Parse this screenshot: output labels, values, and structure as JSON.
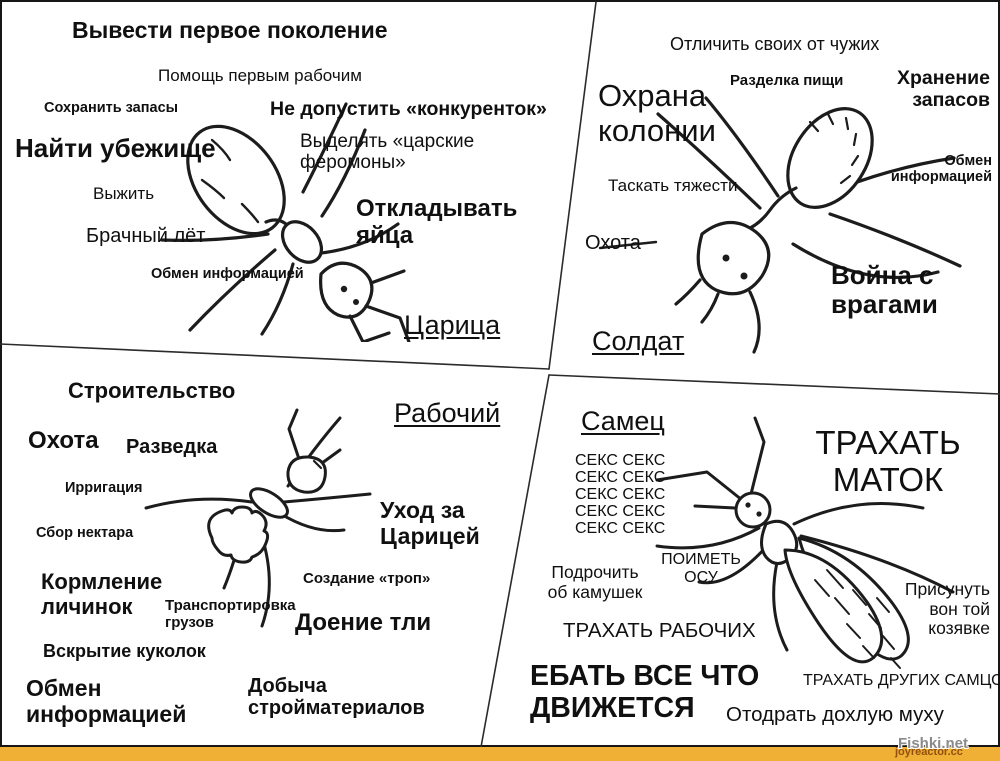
{
  "colors": {
    "bar": "#F0AF35",
    "ink": "#111111"
  },
  "panels": {
    "queen": {
      "name": "Царица",
      "labels": {
        "title": "Вывести первое поколение",
        "help_first_workers": "Помощь первым рабочим",
        "save_supplies": "Сохранить запасы",
        "no_competitors": "Не допустить «конкуренток»",
        "find_shelter": "Найти убежище",
        "pheromones": "Выделять «царские феромоны»",
        "survive": "Выжить",
        "nuptial_flight": "Брачный лёт",
        "info_exchange": "Обмен информацией",
        "lay_eggs": "Откладывать яйца"
      }
    },
    "soldier": {
      "name": "Солдат",
      "labels": {
        "friend_or_foe": "Отличить своих от чужих",
        "colony_guard": "Охрана колонии",
        "food_cutting": "Разделка пищи",
        "storage": "Хранение запасов",
        "info_exchange": "Обмен информацией",
        "carry_heavy": "Таскать тяжести",
        "hunting": "Охота",
        "war": "Война с врагами"
      }
    },
    "worker": {
      "name": "Рабочий",
      "labels": {
        "construction": "Строительство",
        "hunting": "Охота",
        "scouting": "Разведка",
        "irrigation": "Ирригация",
        "nectar": "Сбор нектара",
        "queen_care": "Уход за Царицей",
        "feeding_larvae": "Кормление личинок",
        "cargo": "Транспортировка грузов",
        "trails": "Создание «троп»",
        "aphid_milking": "Доение тли",
        "pupae": "Вскрытие куколок",
        "info_exchange": "Обмен информацией",
        "materials": "Добыча стройматериалов"
      }
    },
    "male": {
      "name": "Самец",
      "labels": {
        "sex_block": "СЕКС СЕКС\nСЕКС СЕКС\nСЕКС СЕКС\nСЕКС СЕКС\nСЕКС СЕКС",
        "fuck_queens": "ТРАХАТЬ МАТОК",
        "wank_rock": "Подрочить об камушек",
        "do_wasp": "ПОИМЕТЬ ОСУ",
        "fuck_workers": "ТРАХАТЬ РАБОЧИХ",
        "stick_bug": "Присунуть вон той козявке",
        "fuck_everything": "ЕБАТЬ ВСЕ ЧТО ДВИЖЕТСЯ",
        "fuck_males": "ТРАХАТЬ ДРУГИХ САМЦОВ",
        "dead_fly": "Отодрать дохлую муху"
      }
    }
  },
  "footer": {
    "watermark_primary": "Fishki.net",
    "watermark_secondary": "joyreactor.cc"
  }
}
